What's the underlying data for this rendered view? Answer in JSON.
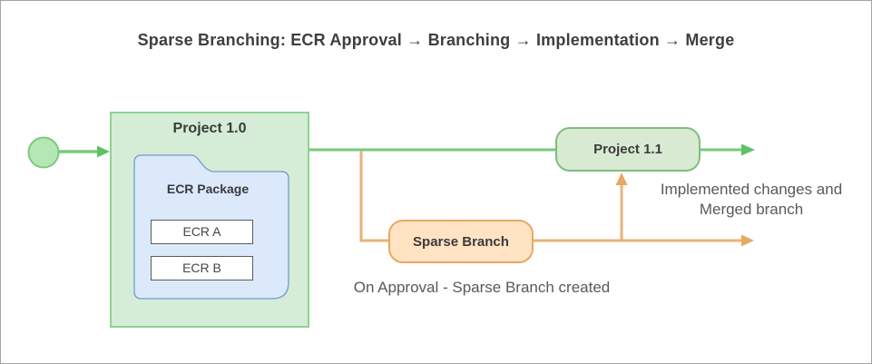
{
  "title": "Sparse Branching: ECR Approval → Branching → Implementation → Merge",
  "nodes": {
    "project_1_0": {
      "label": "Project 1.0"
    },
    "ecr_package": {
      "label": "ECR Package"
    },
    "ecr_a": {
      "label": "ECR A"
    },
    "ecr_b": {
      "label": "ECR B"
    },
    "sparse_branch": {
      "label": "Sparse Branch"
    },
    "project_1_1": {
      "label": "Project 1.1"
    }
  },
  "annotations": {
    "on_approval": "On Approval - Sparse Branch created",
    "implemented_line1": "Implemented changes and",
    "implemented_line2": "Merged branch"
  },
  "colors": {
    "green_line": "#77ca7a",
    "green_arrowhead": "#5fc163",
    "start_circle_fill": "#b5e6b5",
    "start_circle_stroke": "#7cc87c",
    "project_1_0_fill": "#d5edd6",
    "project_1_0_stroke": "#8ed392",
    "project_1_1_fill": "#d9ead3",
    "project_1_1_stroke": "#7fbe7e",
    "folder_fill": "#dbe9fb",
    "folder_stroke": "#6f9bd1",
    "orange_line": "#e9b278",
    "sparse_fill": "#ffe3c3",
    "sparse_stroke": "#e9a861",
    "text_dark": "#3b3b3b",
    "text_gray": "#595959"
  }
}
